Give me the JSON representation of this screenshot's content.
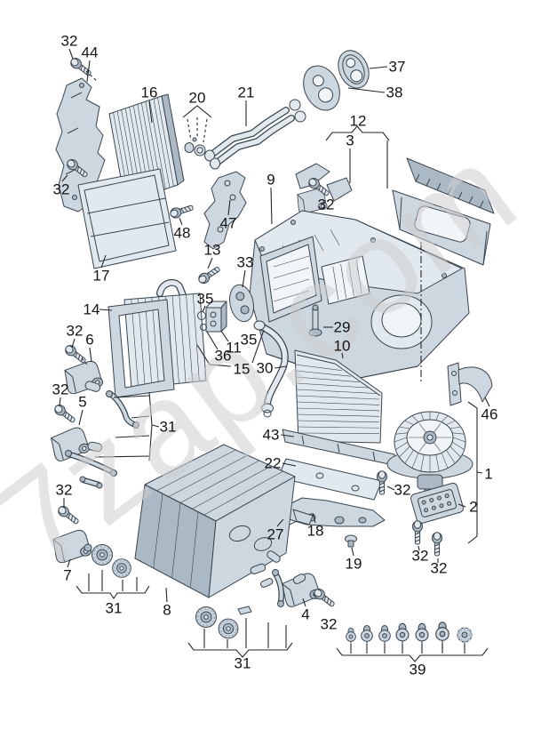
{
  "watermark": "7zap.com",
  "colors": {
    "part_fill": "#ccd7df",
    "part_shade": "#aab9c4",
    "part_light": "#e2e9ee",
    "outline": "#39454f",
    "leader": "#262626",
    "label": "#141414",
    "watermark": "#cdcdcd",
    "background": "#ffffff"
  },
  "callouts": [
    {
      "label": "32"
    },
    {
      "label": "44"
    },
    {
      "label": "16"
    },
    {
      "label": "20"
    },
    {
      "label": "21"
    },
    {
      "label": "37"
    },
    {
      "label": "38"
    },
    {
      "label": "12"
    },
    {
      "label": "3"
    },
    {
      "label": "32"
    },
    {
      "label": "9"
    },
    {
      "label": "32"
    },
    {
      "label": "47"
    },
    {
      "label": "48"
    },
    {
      "label": "13"
    },
    {
      "label": "17"
    },
    {
      "label": "33"
    },
    {
      "label": "14"
    },
    {
      "label": "35"
    },
    {
      "label": "29"
    },
    {
      "label": "10"
    },
    {
      "label": "32"
    },
    {
      "label": "6"
    },
    {
      "label": "11"
    },
    {
      "label": "35"
    },
    {
      "label": "36"
    },
    {
      "label": "15"
    },
    {
      "label": "30"
    },
    {
      "label": "32"
    },
    {
      "label": "5"
    },
    {
      "label": "31"
    },
    {
      "label": "43"
    },
    {
      "label": "22"
    },
    {
      "label": "46"
    },
    {
      "label": "1"
    },
    {
      "label": "2"
    },
    {
      "label": "32"
    },
    {
      "label": "32"
    },
    {
      "label": "27"
    },
    {
      "label": "18"
    },
    {
      "label": "19"
    },
    {
      "label": "7"
    },
    {
      "label": "31"
    },
    {
      "label": "8"
    },
    {
      "label": "4"
    },
    {
      "label": "32"
    },
    {
      "label": "32"
    },
    {
      "label": "32"
    },
    {
      "label": "31"
    },
    {
      "label": "39"
    }
  ]
}
